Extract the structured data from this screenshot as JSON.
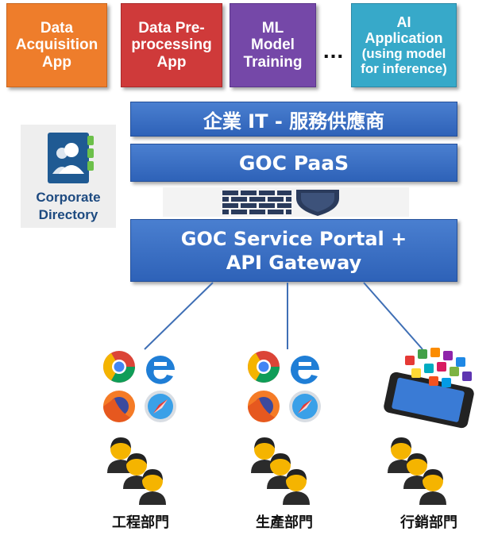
{
  "apps": [
    {
      "id": "app-1",
      "label": "Data\nAcquisition\nApp",
      "color": "#ee7d2b"
    },
    {
      "id": "app-2",
      "label": "Data Pre-\nprocessing\nApp",
      "color": "#cf3a3a"
    },
    {
      "id": "app-3",
      "label": "ML\nModel\nTraining",
      "color": "#7548a8"
    },
    {
      "id": "app-4",
      "label_main": "AI\nApplication",
      "label_sub": "(using model\nfor inference)",
      "color": "#37a9c9"
    }
  ],
  "ellipsis": "...",
  "layers": {
    "enterprise_it": "企業 IT - 服務供應商",
    "paas": "GOC PaaS",
    "portal": "GOC Service Portal  +\nAPI Gateway"
  },
  "corporate_directory": {
    "line1": "Corporate",
    "line2": "Directory",
    "icon": "address-book-icon"
  },
  "firewall": {
    "icons": [
      "brick-wall-icon",
      "shield-icon"
    ]
  },
  "departments": [
    {
      "label": "工程部門",
      "clients": [
        "chrome-icon",
        "edge-icon",
        "firefox-icon",
        "safari-icon"
      ]
    },
    {
      "label": "生產部門",
      "clients": [
        "chrome-icon",
        "edge-icon",
        "firefox-icon",
        "safari-icon"
      ]
    },
    {
      "label": "行銷部門",
      "clients": [
        "smartphone-apps-icon"
      ]
    }
  ],
  "colors": {
    "bar_blue": "#2e62b8",
    "connector": "#3f6fb5",
    "user_skin": "#f5b400",
    "user_hair": "#222222"
  }
}
